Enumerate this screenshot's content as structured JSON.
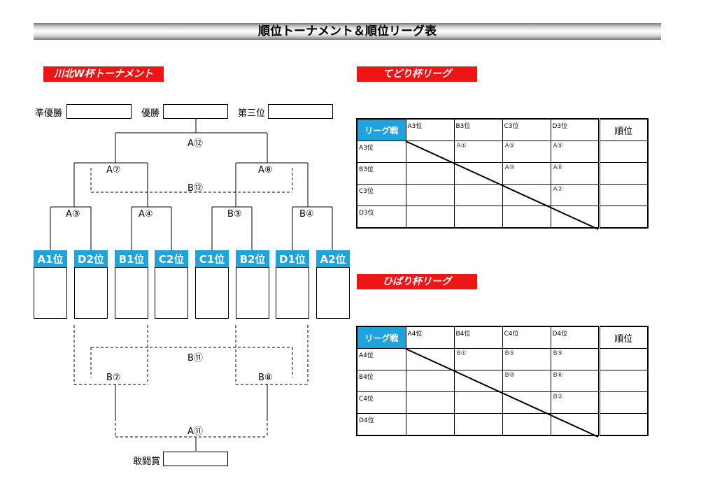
{
  "title": "順位トーナメント＆順位リーグ表",
  "tournament": {
    "label": "川北W杯トーナメント",
    "finals": {
      "runner_up": "準優勝",
      "winner": "優勝",
      "third": "第三位",
      "fighting": "敢闘賞"
    },
    "matches": {
      "a12": "A⑫",
      "a7": "A⑦",
      "a8": "A⑧",
      "b12": "B⑫",
      "a3": "A③",
      "a4": "A④",
      "b3": "B③",
      "b4": "B④",
      "b11": "B⑪",
      "b7": "B⑦",
      "b8": "B⑧",
      "a11": "A⑪"
    },
    "teams": [
      "A1位",
      "D2位",
      "B1位",
      "C2位",
      "C1位",
      "B2位",
      "D1位",
      "A2位"
    ]
  },
  "league1": {
    "label": "てどり杯リーグ",
    "corner": "リーグ戦",
    "cols": [
      "A3位",
      "B3位",
      "C3位",
      "D3位"
    ],
    "rank": "順位",
    "rows": [
      {
        "name": "A3位",
        "cells": [
          "",
          "A①",
          "A⑤",
          "A⑨"
        ]
      },
      {
        "name": "B3位",
        "cells": [
          "",
          "",
          "A⑩",
          "A⑥"
        ]
      },
      {
        "name": "C3位",
        "cells": [
          "",
          "",
          "",
          "A②"
        ]
      },
      {
        "name": "D3位",
        "cells": [
          "",
          "",
          "",
          ""
        ]
      }
    ]
  },
  "league2": {
    "label": "ひばり杯リーグ",
    "corner": "リーグ戦",
    "cols": [
      "A4位",
      "B4位",
      "C4位",
      "D4位"
    ],
    "rank": "順位",
    "rows": [
      {
        "name": "A4位",
        "cells": [
          "",
          "B①",
          "B⑤",
          "B⑨"
        ]
      },
      {
        "name": "B4位",
        "cells": [
          "",
          "",
          "B⑩",
          "B⑥"
        ]
      },
      {
        "name": "C4位",
        "cells": [
          "",
          "",
          "",
          "B②"
        ]
      },
      {
        "name": "D4位",
        "cells": [
          "",
          "",
          "",
          ""
        ]
      }
    ]
  }
}
